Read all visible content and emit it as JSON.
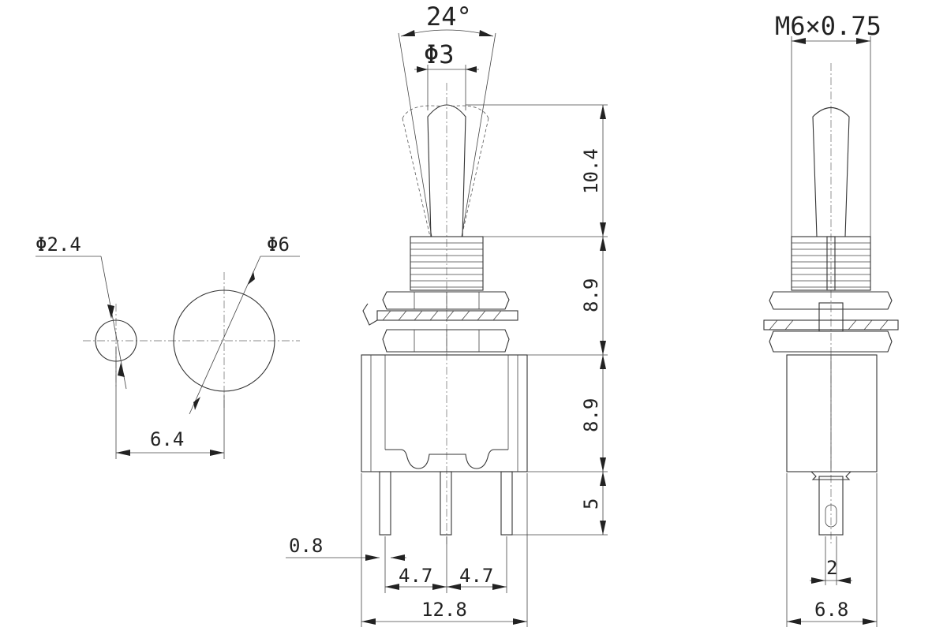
{
  "dimensions": {
    "hole_small_diameter": "Φ2.4",
    "hole_large_diameter": "Φ6",
    "hole_spacing": "6.4",
    "lever_angle": "24°",
    "lever_tip_diameter": "Φ3",
    "lever_length": "10.4",
    "bushing_length": "8.9",
    "body_height": "8.9",
    "terminal_length": "5",
    "terminal_width": "0.8",
    "terminal_pitch_left": "4.7",
    "terminal_pitch_right": "4.7",
    "body_width": "12.8",
    "thread_spec": "M6×0.75",
    "side_terminal_width": "2",
    "side_body_width": "6.8"
  }
}
